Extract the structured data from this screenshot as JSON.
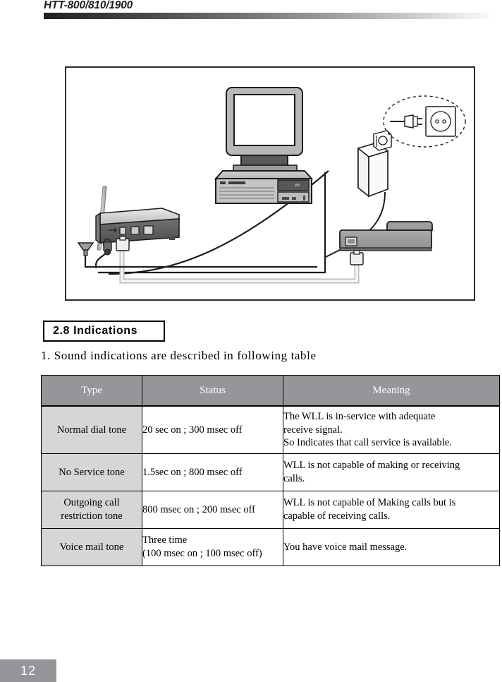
{
  "header": {
    "title": "HTT-800/810/1900"
  },
  "figure": {
    "name": "wll-terminal-connection-diagram",
    "caption": "",
    "parts": {
      "monitor": "crt-monitor",
      "desktop_case": "desktop-pc-case",
      "wll_terminal": "wll-terminal-unit",
      "antenna": "antenna",
      "power_adapter": "ac-power-adapter",
      "telephone": "telephone-set",
      "callout": "wall-outlet-callout",
      "wall_socket": "wall-socket",
      "mains_plug": "two-prong-mains-plug",
      "power_connector": "power-connector",
      "dc_connector": "dc-connector",
      "line_connector": "rj11-line-connector"
    }
  },
  "section": {
    "heading": "2.8 Indications",
    "intro": "1. Sound indications are described in following table"
  },
  "table": {
    "columns": [
      "Type",
      "Status",
      "Meaning"
    ],
    "rows": [
      {
        "type": "Normal dial tone",
        "status": "20 sec on ; 300 msec off",
        "meaning_lines": [
          "The WLL is in-service with adequate",
          "receive signal.",
          "So Indicates that call service is available."
        ]
      },
      {
        "type": "No Service tone",
        "status": "1.5sec on ; 800 msec off",
        "meaning_lines": [
          "WLL is not capable of making or receiving",
          "calls."
        ]
      },
      {
        "type_lines": [
          "Outgoing call",
          "restriction tone"
        ],
        "status": "800 msec on ; 200 msec off",
        "meaning_lines": [
          "WLL is not capable of Making calls but is",
          "capable of receiving calls."
        ]
      },
      {
        "type": "Voice mail tone",
        "status_lines": [
          "Three time",
          "(100 msec on ; 100 msec off)"
        ],
        "meaning_lines": [
          "You have voice mail message."
        ]
      }
    ]
  },
  "footer": {
    "page_number": "12"
  },
  "colors": {
    "header_rule_dark": "#231f20",
    "table_header_bg": "#949699",
    "table_type_col_bg": "#d5d6d7",
    "footer_bg": "#939598",
    "text": "#000000",
    "device_body": "#b0b2b4",
    "device_dark": "#5a5c5e"
  }
}
